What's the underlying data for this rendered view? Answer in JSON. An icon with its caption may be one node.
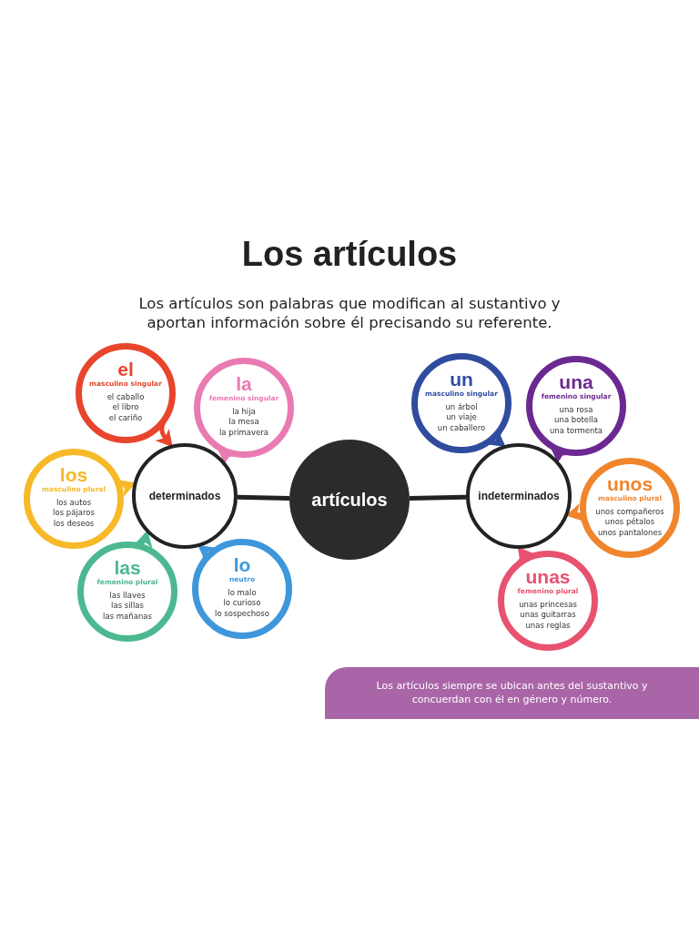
{
  "diagram": {
    "title": "Los artículos",
    "nodes": [
      {
        "text": [
          "artículos"
        ]
      },
      {
        "text": [
          "determinados"
        ]
      },
      {
        "text": [
          "indeterminados"
        ]
      },
      {
        "text": [
          "el",
          "masculino singular",
          "el caballo",
          "el libro",
          "el cariño"
        ]
      },
      {
        "text": [
          "la",
          "femenino singular",
          "la hija",
          "la mesa",
          "la primavera"
        ]
      },
      {
        "text": [
          "los",
          "masculino plural",
          "los autos",
          "los pájaros",
          "los deseos"
        ]
      },
      {
        "text": [
          "las",
          "femenino plural",
          "las llaves",
          "las sillas",
          "las mañanas"
        ]
      },
      {
        "text": [
          "lo",
          "neutro",
          "lo malo",
          "lo curioso",
          "lo sospechoso"
        ]
      },
      {
        "text": [
          "un",
          "masculino singular",
          "un árbol",
          "un viaje",
          "un caballero"
        ]
      },
      {
        "text": [
          "una",
          "femenino singular",
          "una rosa",
          "una botella",
          "una tormenta"
        ]
      },
      {
        "text": [
          "unos",
          "masculino plural",
          "unos compañeros",
          "unos pétalos",
          "unos pantalones"
        ]
      },
      {
        "text": [
          "unas",
          "femenino plural",
          "unas princesas",
          "unas guitarras",
          "unas reglas"
        ]
      },
      {
        "text": [
          "Los artículos siempre se ubican antes del sustantivo y concuerdan con él en género y número."
        ]
      }
    ],
    "edges": [
      {
        "from": 0,
        "to": 1,
        "arrow": "none"
      },
      {
        "from": 0,
        "to": 2,
        "arrow": "none"
      },
      {
        "from": 3,
        "to": 1,
        "arrow": "to",
        "color": "#e8452c"
      },
      {
        "from": 4,
        "to": 1,
        "arrow": "to",
        "color": "#e97bb2"
      },
      {
        "from": 5,
        "to": 1,
        "arrow": "to",
        "color": "#f7b928"
      },
      {
        "from": 6,
        "to": 1,
        "arrow": "to",
        "color": "#4cb88f"
      },
      {
        "from": 7,
        "to": 1,
        "arrow": "to",
        "color": "#3e97da"
      },
      {
        "from": 8,
        "to": 2,
        "arrow": "to",
        "color": "#2f4c9f"
      },
      {
        "from": 9,
        "to": 2,
        "arrow": "to",
        "color": "#6b2891"
      },
      {
        "from": 10,
        "to": 2,
        "arrow": "to",
        "color": "#f0852c"
      },
      {
        "from": 11,
        "to": 2,
        "arrow": "to",
        "color": "#e8516f"
      }
    ],
    "labels": [
      "Los artículos son palabras que modifican al sustantivo y aportan información sobre él precisando su referente."
    ]
  }
}
